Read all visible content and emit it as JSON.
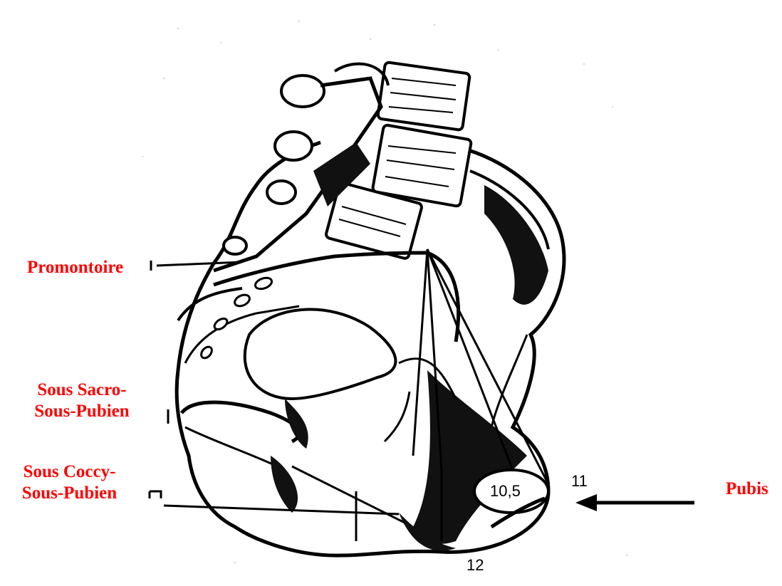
{
  "labels": {
    "promontoire": "Promontoire",
    "sous_sacro_1": "Sous Sacro-",
    "sous_sacro_2": "Sous-Pubien",
    "sous_coccy_1": "Sous Coccy-",
    "sous_coccy_2": "Sous-Pubien",
    "pubis": "Pubis"
  },
  "measurements": {
    "m11": "11",
    "m10_5": "10,5",
    "m12": "12"
  },
  "colors": {
    "label": "#ff0000",
    "ink": "#000000"
  }
}
